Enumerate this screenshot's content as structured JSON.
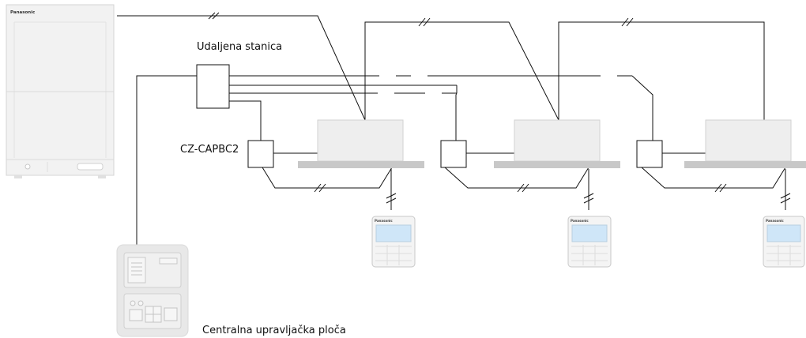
{
  "labels": {
    "remote_station": "Udaljena stanica",
    "cz_adapter": "CZ-CAPBC2",
    "central_panel": "Centralna upravljačka ploča",
    "outdoor_brand": "Panasonic",
    "controller_brand": "Panasonic"
  },
  "colors": {
    "line": "#111111",
    "unit_fill": "#eeeeee",
    "unit_stroke": "#d0d0d0",
    "slab": "#c8c8c8",
    "screen": "#cfe6f8",
    "panel": "#e8e8e8"
  },
  "icons": [
    "outdoor-unit-icon",
    "indoor-unit-icon",
    "wired-remote-controller-icon",
    "central-control-panel-icon"
  ],
  "counts": {
    "indoor_unit_groups": 3
  }
}
